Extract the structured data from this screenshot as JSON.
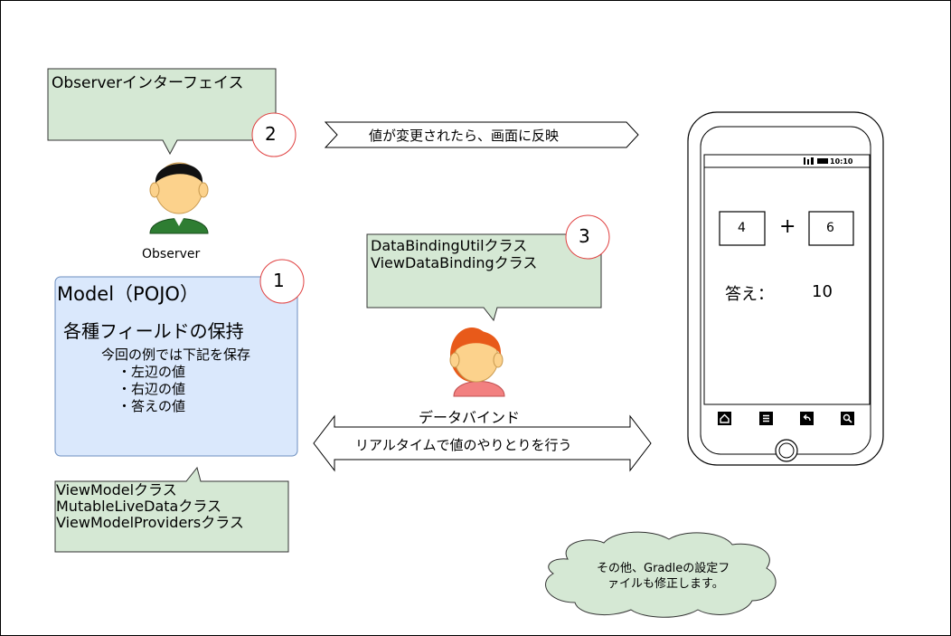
{
  "observer_callout": {
    "text": "Observerインターフェイス",
    "number": "2"
  },
  "observer_label": "Observer",
  "arrow_reflect": "値が変更されたら、画面に反映",
  "model_box": {
    "title": "Model（POJO）",
    "number": "1",
    "heading": "各種フィールドの保持",
    "note": "今回の例では下記を保存",
    "items": [
      "・左辺の値",
      "・右辺の値",
      "・答えの値"
    ]
  },
  "binding_callout": {
    "lines": [
      "DataBindingUtilクラス",
      "ViewDataBindingクラス"
    ],
    "number": "3"
  },
  "databind_label": "データバインド",
  "arrow_realtime": "リアルタイムで値のやりとりを行う",
  "viewmodel_callout": {
    "lines": [
      "ViewModelクラス",
      "MutableLiveDataクラス",
      "ViewModelProvidersクラス"
    ]
  },
  "cloud_note": {
    "lines": [
      "その他、Gradleの設定フ",
      "ァイルも修正します。"
    ]
  },
  "phone": {
    "status_time": "10:10",
    "left_value": "4",
    "operator": "+",
    "right_value": "6",
    "answer_label": "答え：",
    "answer_value": "10"
  },
  "colors": {
    "callout_fill": "#d5e8d4",
    "model_fill": "#dae8fc",
    "badge_border": "#e04040",
    "person_green": "#2e7d32",
    "person_red": "#f28080"
  }
}
